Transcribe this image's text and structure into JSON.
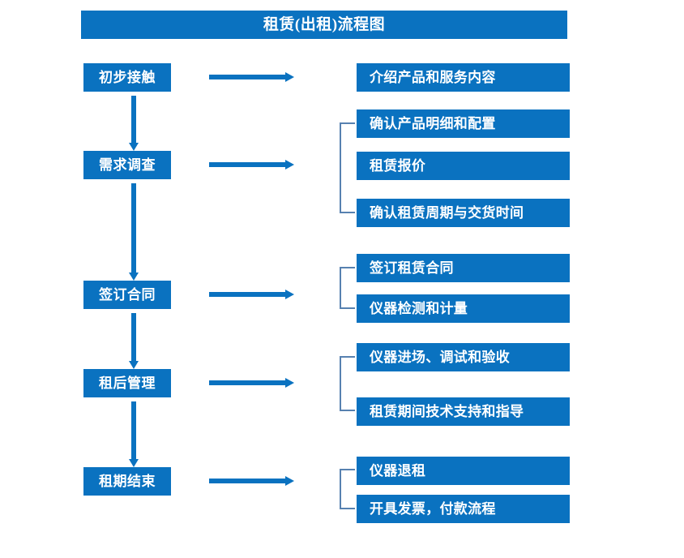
{
  "title": "租赁(出租)流程图",
  "colors": {
    "box_blue": "#0A72C0",
    "arrow_blue": "#0A72C0",
    "bracket_blue": "#5781B0",
    "text_white": "#FFFFFF",
    "background": "#FFFFFF"
  },
  "stages": [
    {
      "label": "初步接触"
    },
    {
      "label": "需求调查"
    },
    {
      "label": "签订合同"
    },
    {
      "label": "租后管理"
    },
    {
      "label": "租期结束"
    }
  ],
  "groups": [
    {
      "stage": "初步接触",
      "has_bracket": false,
      "items": [
        {
          "label": "介绍产品和服务内容"
        }
      ]
    },
    {
      "stage": "需求调查",
      "has_bracket": true,
      "items": [
        {
          "label": "确认产品明细和配置"
        },
        {
          "label": "租赁报价"
        },
        {
          "label": "确认租赁周期与交货时间"
        }
      ]
    },
    {
      "stage": "签订合同",
      "has_bracket": true,
      "items": [
        {
          "label": "签订租赁合同"
        },
        {
          "label": "仪器检测和计量"
        }
      ]
    },
    {
      "stage": "租后管理",
      "has_bracket": true,
      "items": [
        {
          "label": "仪器进场、调试和验收"
        },
        {
          "label": "租赁期间技术支持和指导"
        }
      ]
    },
    {
      "stage": "租期结束",
      "has_bracket": true,
      "items": [
        {
          "label": "仪器退租"
        },
        {
          "label": "开具发票，付款流程"
        }
      ]
    }
  ]
}
